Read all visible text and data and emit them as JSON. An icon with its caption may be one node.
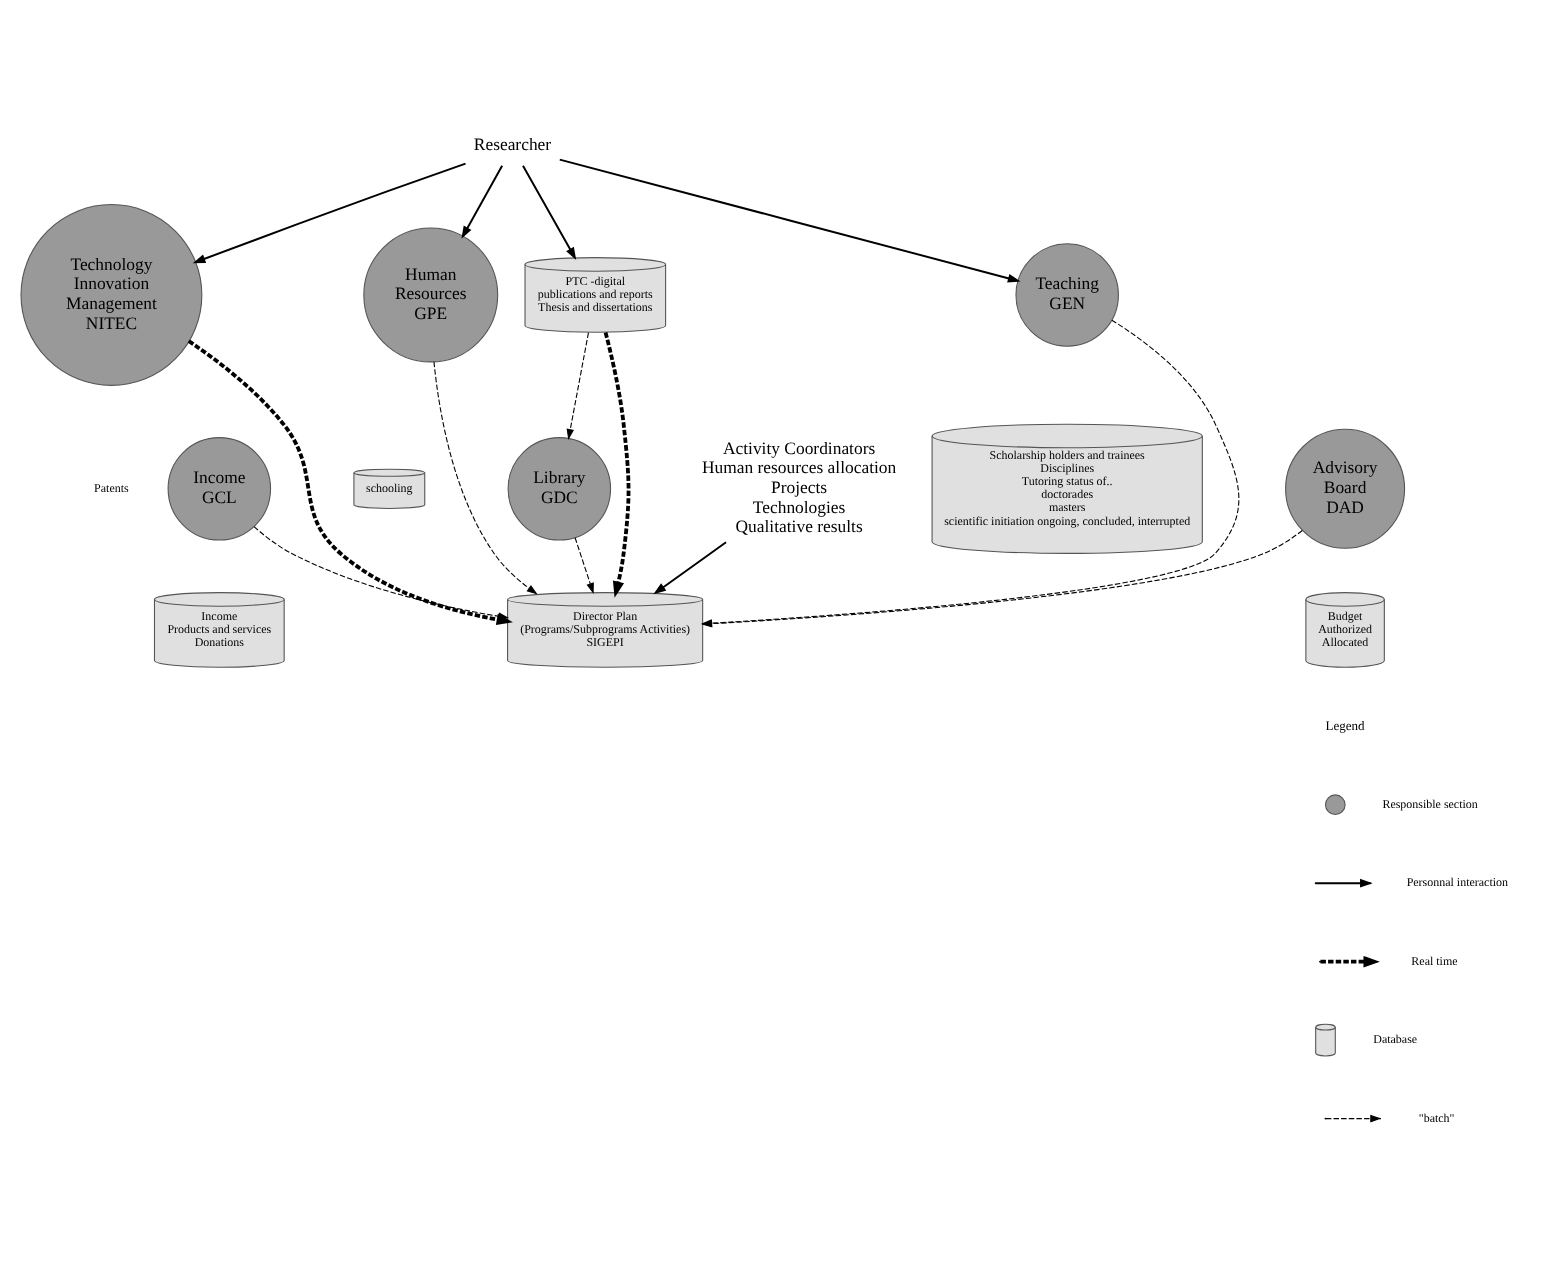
{
  "diagram": {
    "nodes": [
      {
        "text": [
          "Researcher"
        ]
      },
      {
        "text": [
          "Technology Innovation Management NITEC"
        ]
      },
      {
        "text": [
          "Human Resources GPE"
        ]
      },
      {
        "text": [
          "schooling"
        ]
      },
      {
        "text": [
          "Teaching GEN"
        ]
      },
      {
        "text": [
          "Scholarship holders and trainees",
          "Disciplines",
          "Tutoring status of..",
          "doctorades",
          "masters",
          "scientific initiation ongoing, concluded, interrupted"
        ]
      },
      {
        "text": [
          "Director Plan",
          "(Programs/Subprograms Activities)",
          "SIGEPI"
        ]
      },
      {
        "text": [
          "Library GDC"
        ]
      },
      {
        "text": [
          "PTC -digital",
          "publications and reports",
          "Thesis and dissertations"
        ]
      },
      {
        "text": [
          "Income GCL"
        ]
      },
      {
        "text": [
          "Income",
          "Products and services",
          "Donations"
        ]
      },
      {
        "text": [
          "Advisory Board DAD"
        ]
      },
      {
        "text": [
          "Budget",
          "Authorized",
          "Allocated"
        ]
      },
      {
        "text": [
          "Activity Coordinators",
          "Human resources allocation",
          "Projects",
          "Technologies",
          "Qualitative results"
        ]
      }
    ],
    "edges": [
      {
        "from": 0,
        "to": 1,
        "arrow": "to"
      },
      {
        "from": 0,
        "to": 2,
        "arrow": "to"
      },
      {
        "from": 0,
        "to": 4,
        "arrow": "to"
      },
      {
        "from": 0,
        "to": 8,
        "arrow": "to"
      },
      {
        "from": 1,
        "to": 6,
        "arrow": "to",
        "style": "dashed"
      },
      {
        "from": 2,
        "to": 6,
        "arrow": "to",
        "style": "dashed"
      },
      {
        "from": 4,
        "to": 6,
        "arrow": "to",
        "style": "dashed"
      },
      {
        "from": 8,
        "to": 6,
        "arrow": "to",
        "style": "dashed"
      },
      {
        "from": 8,
        "to": 7,
        "arrow": "to",
        "style": "dashed"
      },
      {
        "from": 7,
        "to": 6,
        "arrow": "to",
        "style": "dashed"
      },
      {
        "from": 9,
        "to": 6,
        "arrow": "to",
        "style": "dashed"
      },
      {
        "from": 11,
        "to": 6,
        "arrow": "to",
        "style": "dashed"
      },
      {
        "from": 13,
        "to": 6,
        "arrow": "to"
      }
    ],
    "labels": [
      "Patents",
      "Legend"
    ],
    "legend": [
      {
        "text": "Responsible section"
      },
      {
        "text": "Personnal interaction"
      },
      {
        "text": "Real time"
      },
      {
        "text": "Database"
      },
      {
        "text": "\"batch\""
      }
    ]
  }
}
